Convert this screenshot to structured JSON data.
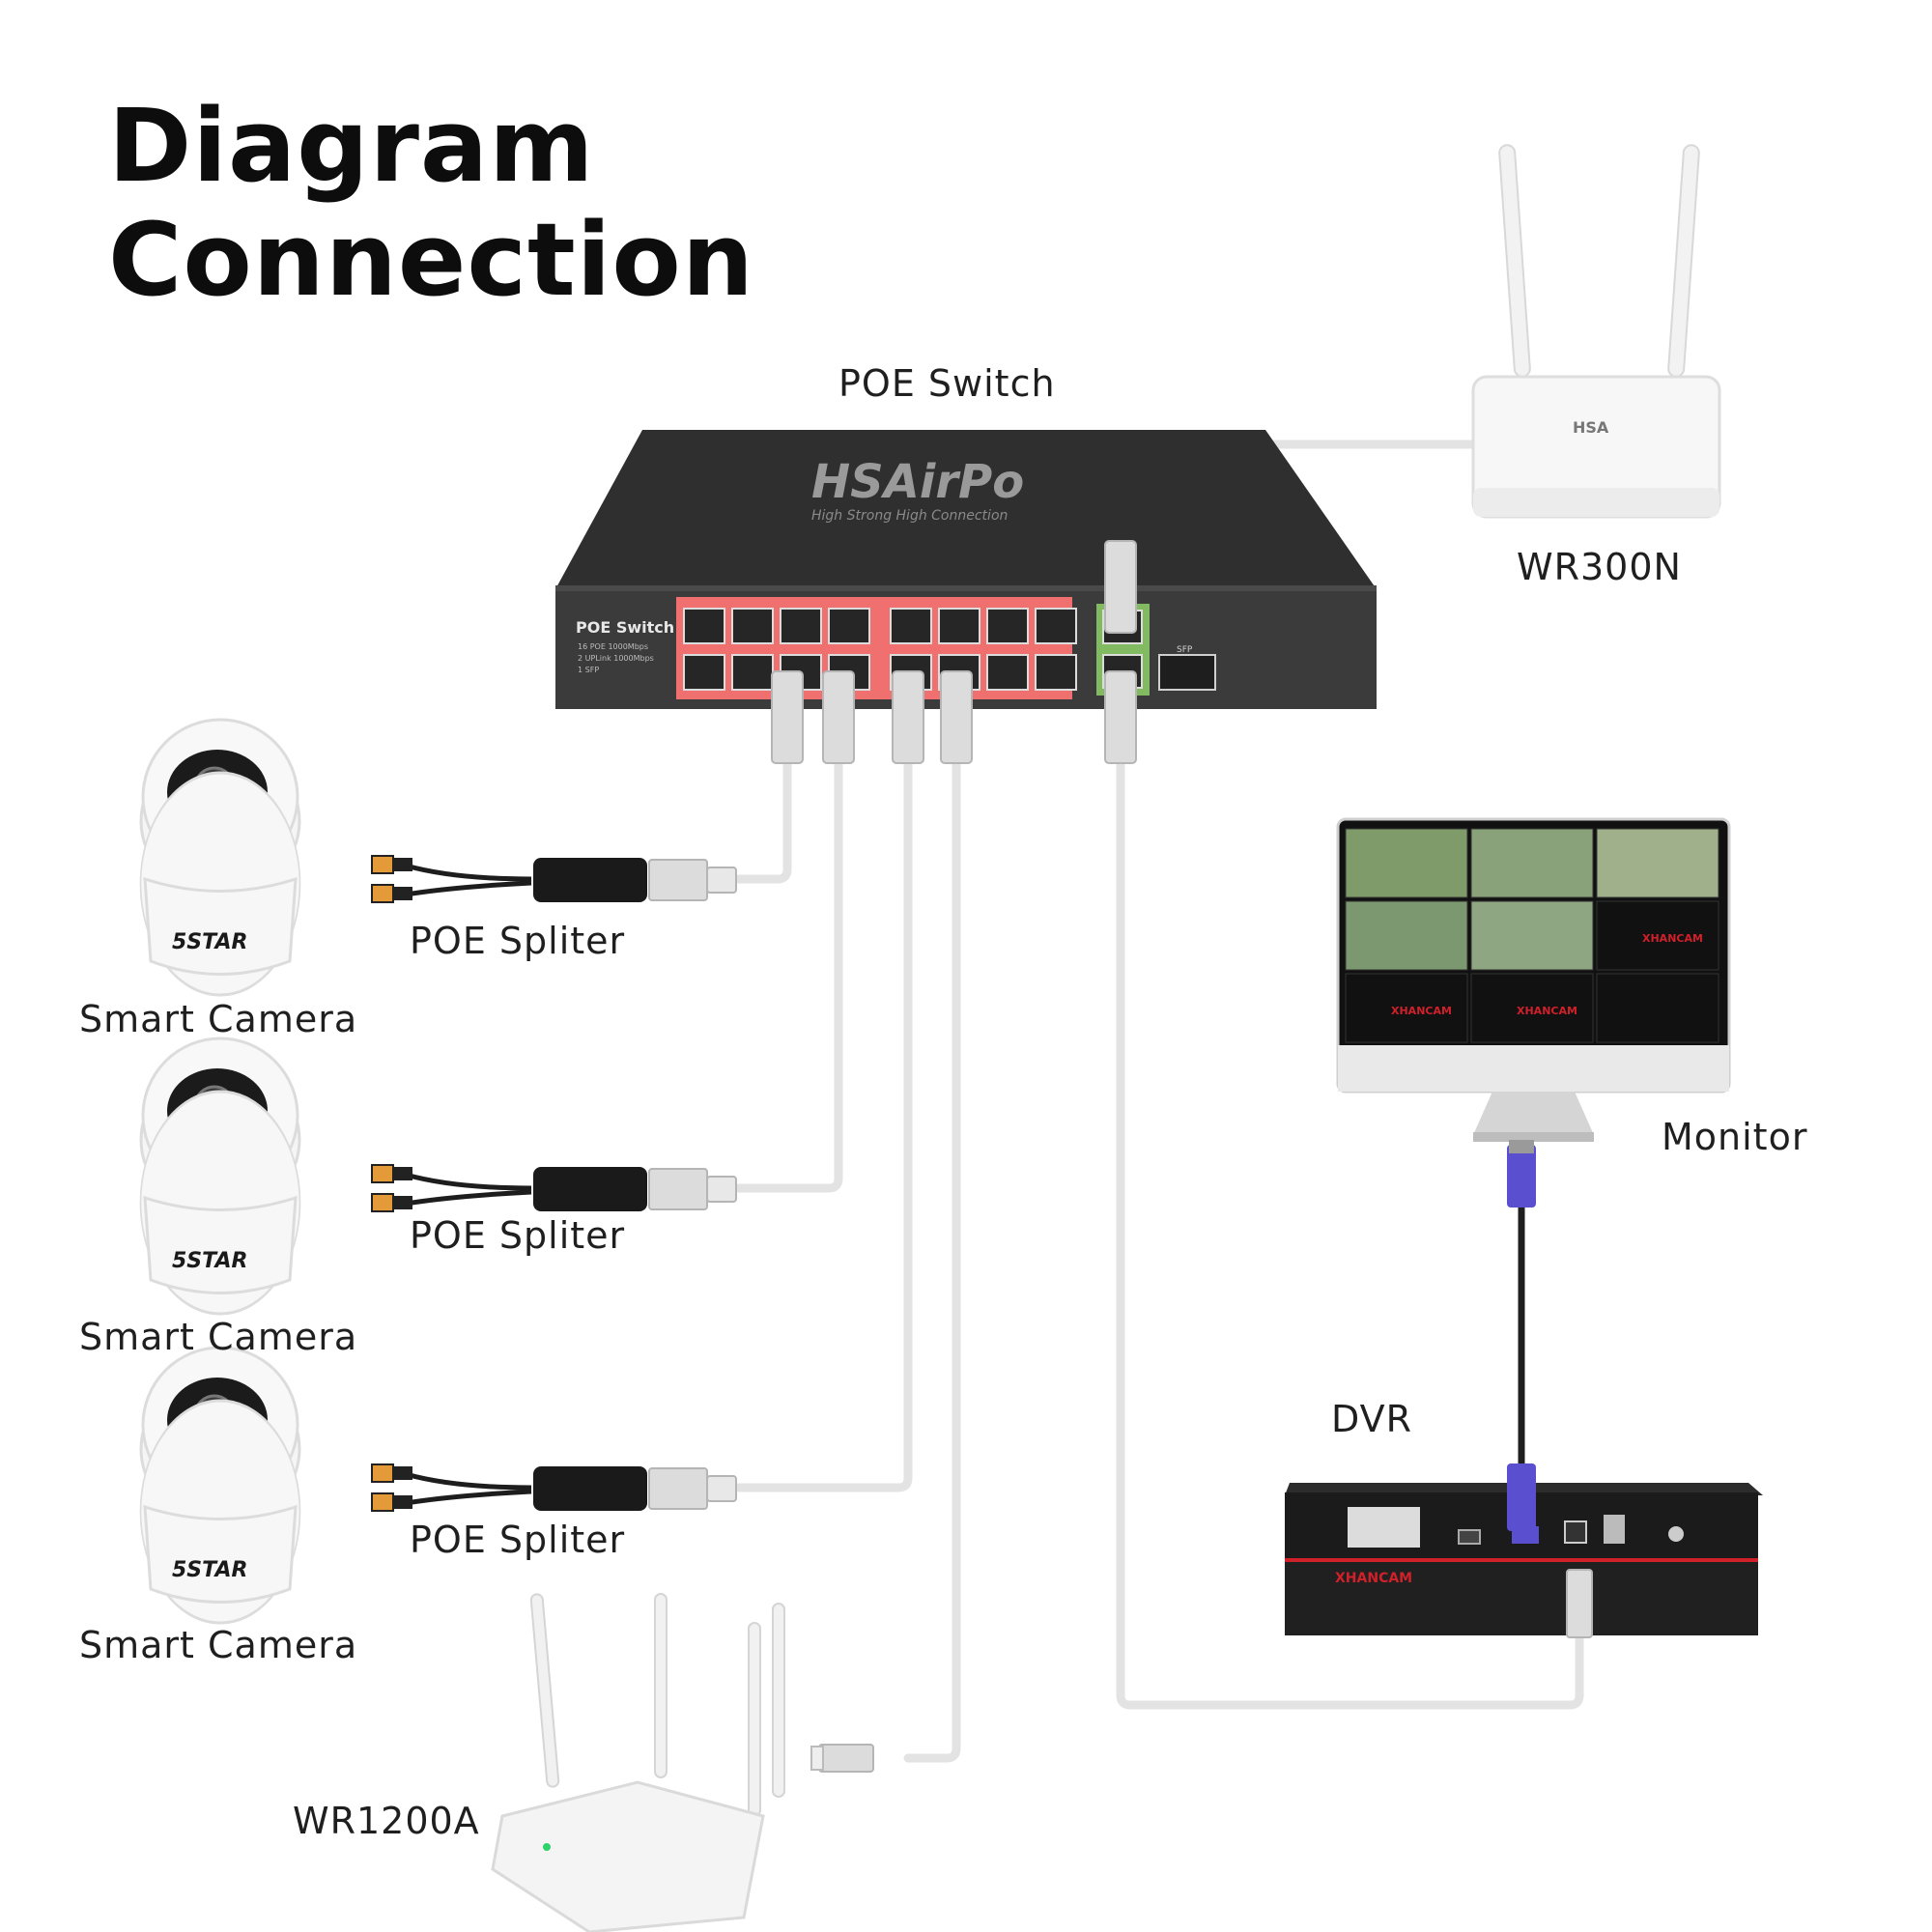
{
  "title": {
    "line1": "Diagram",
    "line2": "Connection"
  },
  "labels": {
    "poe_switch": "POE Switch",
    "router_top": "WR300N",
    "monitor": "Monitor",
    "dvr": "DVR",
    "router_bottom": "WR1200A",
    "spliters": [
      "POE Spliter",
      "POE Spliter",
      "POE Spliter"
    ],
    "cameras": [
      "Smart Camera",
      "Smart Camera",
      "Smart Camera"
    ]
  },
  "device_markings": {
    "switch_panel_title": "POE Switch",
    "switch_panel_specs": [
      "16 POE 1000Mbps",
      "2 UPLink 1000Mbps",
      "1 SFP"
    ],
    "switch_brand": "HSAirPo",
    "switch_tagline": "High Strong High Connection",
    "camera_brand": "5STAR",
    "dvr_brand": "XHANCAM",
    "monitor_tile_brand": "XHANCAM"
  },
  "colors": {
    "cable": "#e4e4e4",
    "switch_body": "#3a3a3a",
    "port_strip": "#f06b6b",
    "vga_connector": "#5a4fcf",
    "dvr_accent": "#d0202a"
  }
}
